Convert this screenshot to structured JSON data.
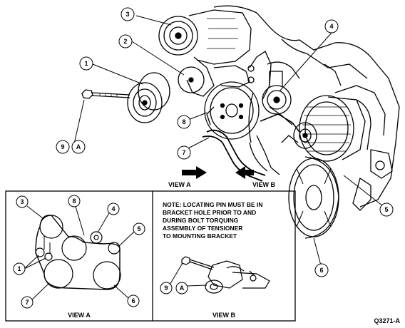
{
  "figure_code": "Q3271-A",
  "callouts": {
    "c1": "1",
    "c2": "2",
    "c3": "3",
    "c4": "4",
    "c5": "5",
    "c6": "6",
    "c7": "7",
    "c8": "8",
    "c9": "9",
    "cA": "A"
  },
  "view_arrows": {
    "a": "VIEW A",
    "b": "VIEW B"
  },
  "inset_a": {
    "label": "VIEW A",
    "callouts": {
      "c1": "1",
      "c3": "3",
      "c4": "4",
      "c5": "5",
      "c6": "6",
      "c7": "7",
      "c8": "8"
    }
  },
  "inset_b": {
    "label": "VIEW B",
    "note_lines": [
      "NOTE: LOCATING PIN MUST BE IN",
      "BRACKET HOLE PRIOR TO AND",
      "DURING BOLT TORQUING",
      "ASSEMBLY OF TENSIONER",
      "TO MOUNTING BRACKET"
    ],
    "callouts": {
      "c9": "9",
      "cA": "A"
    }
  }
}
